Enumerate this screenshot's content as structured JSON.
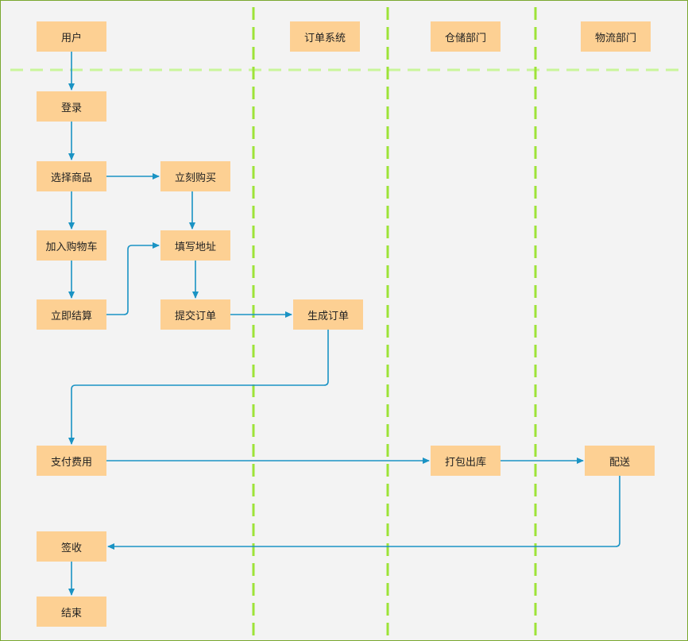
{
  "colors": {
    "background": "#f3f3f3",
    "border": "#79a72f",
    "node_fill": "#fdd093",
    "connector": "#1a93c4",
    "lane_divider": "#9de337",
    "header_divider": "#c9f59a"
  },
  "lanes": [
    {
      "id": "user",
      "label": "用户"
    },
    {
      "id": "order",
      "label": "订单系统"
    },
    {
      "id": "warehouse",
      "label": "仓储部门"
    },
    {
      "id": "logistics",
      "label": "物流部门"
    }
  ],
  "steps": [
    {
      "id": "login",
      "label": "登录"
    },
    {
      "id": "select",
      "label": "选择商品"
    },
    {
      "id": "buy_now",
      "label": "立刻购买"
    },
    {
      "id": "add_cart",
      "label": "加入购物车"
    },
    {
      "id": "address",
      "label": "填写地址"
    },
    {
      "id": "checkout",
      "label": "立即结算"
    },
    {
      "id": "submit",
      "label": "提交订单"
    },
    {
      "id": "gen_order",
      "label": "生成订单"
    },
    {
      "id": "pay",
      "label": "支付费用"
    },
    {
      "id": "pack",
      "label": "打包出库"
    },
    {
      "id": "deliver",
      "label": "配送"
    },
    {
      "id": "sign",
      "label": "签收"
    },
    {
      "id": "end",
      "label": "结束"
    }
  ],
  "edges": [
    {
      "from": "user",
      "to": "login"
    },
    {
      "from": "login",
      "to": "select"
    },
    {
      "from": "select",
      "to": "buy_now"
    },
    {
      "from": "select",
      "to": "add_cart"
    },
    {
      "from": "buy_now",
      "to": "address"
    },
    {
      "from": "add_cart",
      "to": "checkout"
    },
    {
      "from": "checkout",
      "to": "address"
    },
    {
      "from": "address",
      "to": "submit"
    },
    {
      "from": "submit",
      "to": "gen_order"
    },
    {
      "from": "gen_order",
      "to": "pay"
    },
    {
      "from": "pay",
      "to": "pack"
    },
    {
      "from": "pack",
      "to": "deliver"
    },
    {
      "from": "deliver",
      "to": "sign"
    },
    {
      "from": "sign",
      "to": "end"
    }
  ]
}
